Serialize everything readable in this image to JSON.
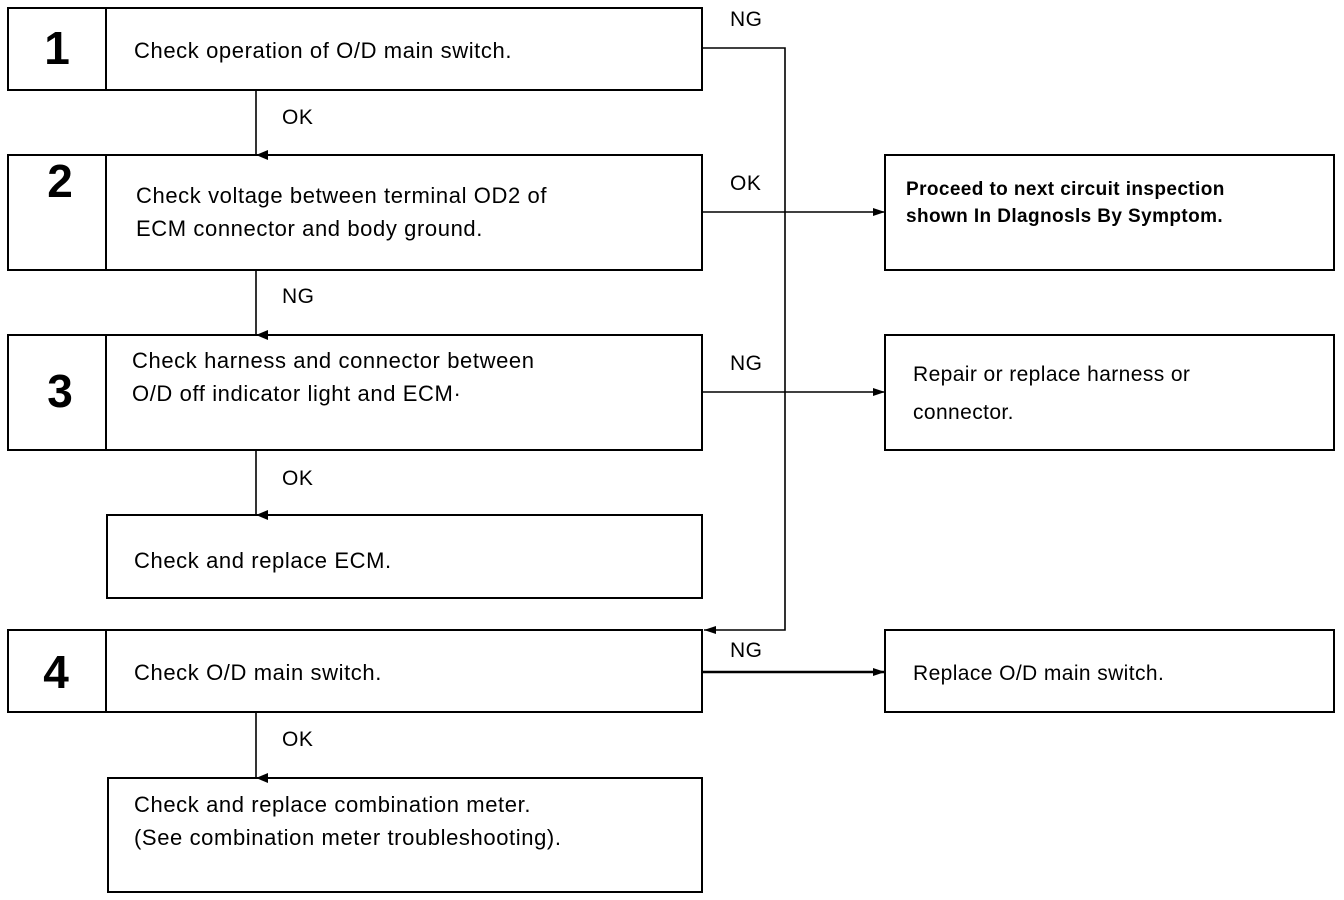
{
  "colors": {
    "line": "#000000",
    "background": "#ffffff"
  },
  "steps": [
    {
      "number": "1",
      "lines": [
        "Check operation of O/D main switch."
      ]
    },
    {
      "number": "2",
      "lines": [
        "Check voltage between terminal OD2 of",
        "ECM connector and body ground."
      ]
    },
    {
      "number": "3",
      "lines": [
        "Check harness and connector between",
        "O/D off indicator light and ECM·"
      ]
    },
    {
      "number": "4",
      "lines": [
        "Check O/D main switch."
      ]
    }
  ],
  "actions": [
    {
      "lines": [
        "Check and replace ECM."
      ]
    },
    {
      "lines": [
        "Check and replace combination meter.",
        "(See combination meter troubleshooting)."
      ]
    }
  ],
  "results": [
    {
      "lines": [
        "Proceed to next circuit inspection",
        "shown In Dlagnosls By Symptom."
      ]
    },
    {
      "lines": [
        "Repair or replace harness or",
        "connector."
      ]
    },
    {
      "lines": [
        "Replace O/D main switch."
      ]
    }
  ],
  "edge_labels": {
    "step1_ng": "NG",
    "step1_ok": "OK",
    "step2_ok": "OK",
    "step2_ng": "NG",
    "step3_ng": "NG",
    "step3_ok": "OK",
    "step4_ng": "NG",
    "step4_ok": "OK"
  }
}
